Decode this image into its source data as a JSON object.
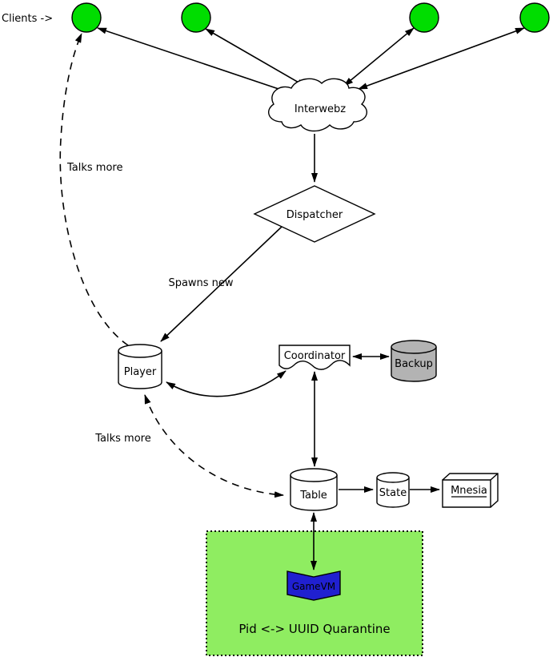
{
  "nodes": {
    "clients_label": "Clients ->",
    "interwebz": "Interwebz",
    "dispatcher": "Dispatcher",
    "player": "Player",
    "coordinator": "Coordinator",
    "backup": "Backup",
    "table": "Table",
    "state": "State",
    "mnesia": "Mnesia",
    "gamevm": "GameVM",
    "quarantine": "Pid <-> UUID Quarantine"
  },
  "edge_labels": {
    "spawns_new": "Spawns new",
    "talks_more_upper": "Talks more",
    "talks_more_lower": "Talks more"
  },
  "colors": {
    "client_fill": "#00dd00",
    "node_fill": "#ffffff",
    "backup_fill": "#b3b3b3",
    "quarantine_fill": "#8fed61",
    "gamevm_fill": "#2020d0",
    "edge_stroke": "#000000"
  }
}
